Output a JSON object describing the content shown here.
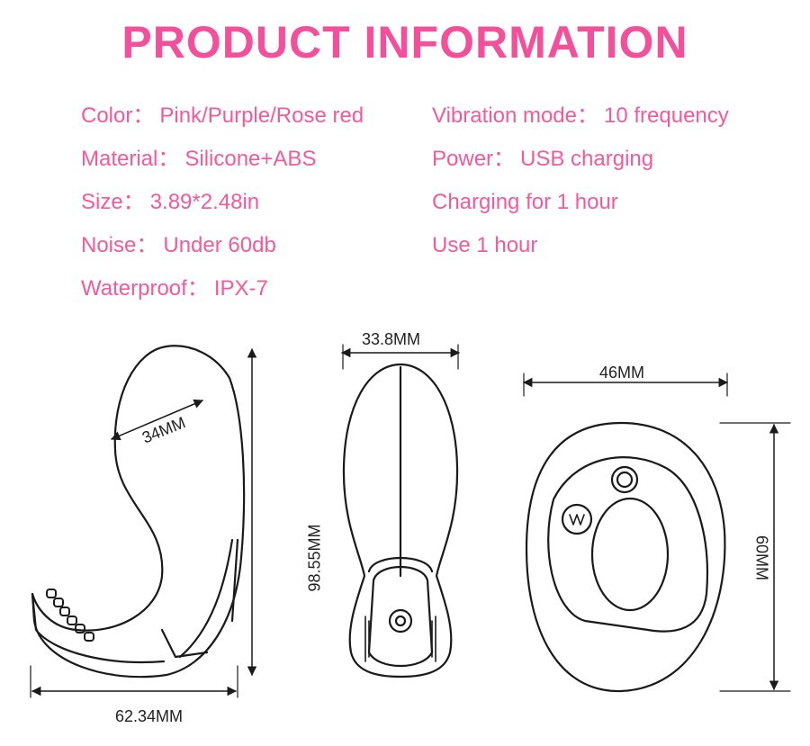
{
  "title": "PRODUCT INFORMATION",
  "specs_left": [
    {
      "label": "Color：",
      "value": "Pink/Purple/Rose red"
    },
    {
      "label": "Material：",
      "value": "Silicone+ABS"
    },
    {
      "label": "Size：",
      "value": "3.89*2.48in"
    },
    {
      "label": "Noise：",
      "value": "Under 60db"
    },
    {
      "label": "Waterproof：",
      "value": "IPX-7"
    }
  ],
  "specs_right": [
    {
      "label": "Vibration mode：",
      "value": "10 frequency"
    },
    {
      "label": "Power：",
      "value": "USB charging"
    },
    {
      "label": "Charging for 1 hour",
      "value": ""
    },
    {
      "label": "Use 1 hour",
      "value": ""
    }
  ],
  "dimensions": {
    "side_head_width": "34MM",
    "side_total_width": "62.34MM",
    "front_width": "33.8MM",
    "front_height": "98.55MM",
    "remote_width": "46MM",
    "remote_height": "60MM"
  },
  "colors": {
    "accent": "#f34f9a",
    "text_pink": "#f15a9c",
    "line": "#1a1a1a"
  }
}
